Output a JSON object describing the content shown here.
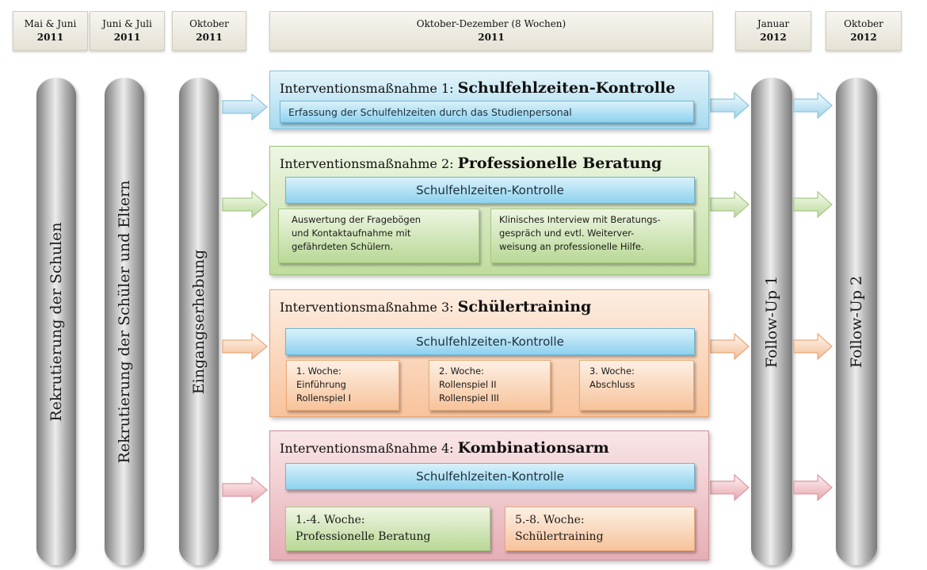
{
  "timeline": [
    {
      "l1": "Mai & Juni",
      "l2": "2011"
    },
    {
      "l1": "Juni & Juli",
      "l2": "2011"
    },
    {
      "l1": "Oktober",
      "l2": "2011"
    },
    {
      "l1": "Oktober-Dezember (8 Wochen)",
      "l2": "2011"
    },
    {
      "l1": "Januar",
      "l2": "2012"
    },
    {
      "l1": "Oktober",
      "l2": "2012"
    }
  ],
  "pills": [
    "Rekrutierung der Schulen",
    "Rekrutierung der Schüler und Eltern",
    "Eingangserhebung",
    "Follow-Up 1",
    "Follow-Up 2"
  ],
  "interventions": [
    {
      "prefix": "Interventionsmaßnahme 1:",
      "name": "Schulfehlzeiten-Kontrolle",
      "bar": "Erfassung der Schulfehlzeiten durch das Studienpersonal",
      "color": "#a9dcef"
    },
    {
      "prefix": "Interventionsmaßnahme 2:",
      "name": "Professionelle Beratung",
      "bar": "Schulfehlzeiten-Kontrolle",
      "subs": [
        [
          "Auswertung der Fragebögen",
          "und Kontaktaufnahme mit",
          "gefährdeten Schülern."
        ],
        [
          "Klinisches Interview  mit Beratungs-",
          "gespräch  und evtl. Weiterver-",
          "weisung an professionelle Hilfe."
        ]
      ],
      "color": "#c7e0a8"
    },
    {
      "prefix": "Interventionsmaßnahme 3:",
      "name": "Schülertraining",
      "bar": "Schulfehlzeiten-Kontrolle",
      "subs": [
        [
          "1. Woche:",
          "Einführung",
          "Rollenspiel I"
        ],
        [
          "2. Woche:",
          "Rollenspiel II",
          "Rollenspiel III"
        ],
        [
          "3. Woche:",
          "Abschluss"
        ]
      ],
      "color": "#f8c7a2"
    },
    {
      "prefix": "Interventionsmaßnahme 4:",
      "name": "Kombinationsarm",
      "bar": "Schulfehlzeiten-Kontrolle",
      "subs": [
        [
          "1.-4. Woche:",
          "Professionelle Beratung"
        ],
        [
          "5.-8. Woche:",
          "Schülertraining"
        ]
      ],
      "color": "#e9b2b8"
    }
  ]
}
